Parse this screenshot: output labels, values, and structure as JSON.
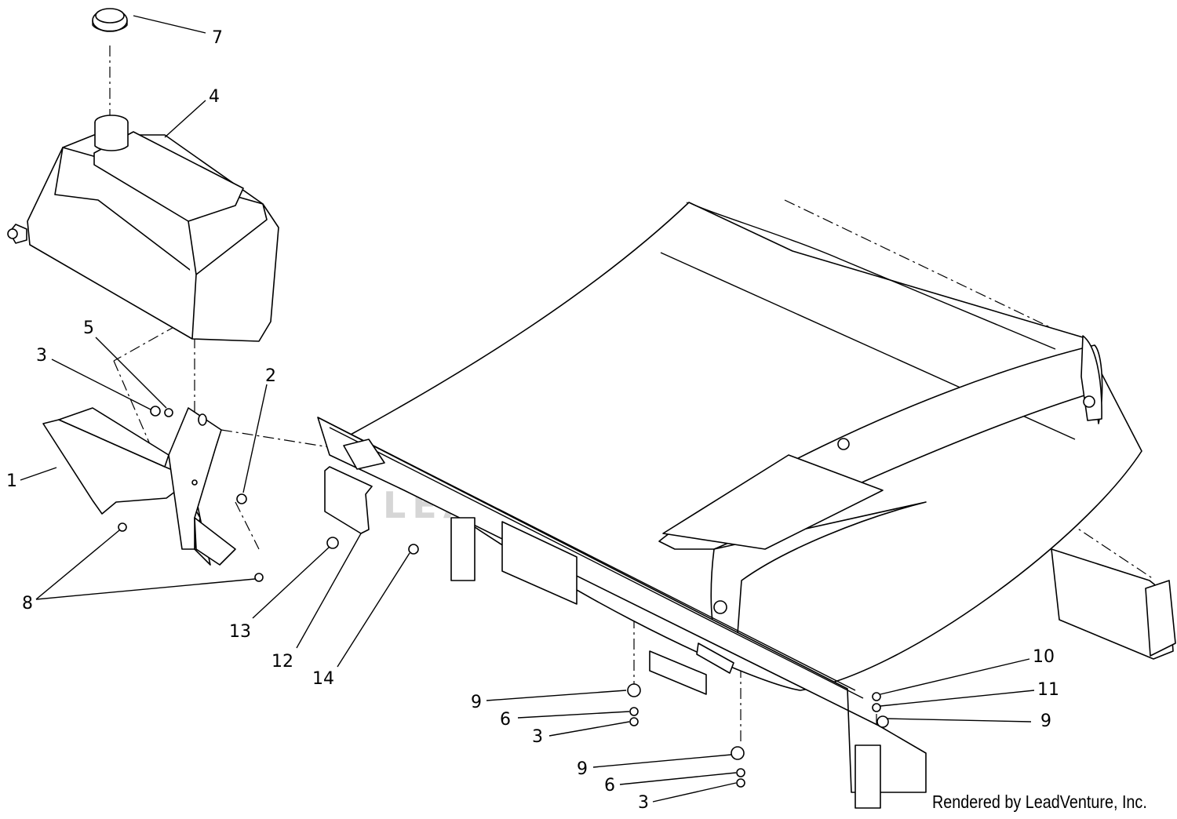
{
  "callouts": [
    {
      "id": "c7",
      "label": "7"
    },
    {
      "id": "c4",
      "label": "4"
    },
    {
      "id": "c5",
      "label": "5"
    },
    {
      "id": "c3a",
      "label": "3"
    },
    {
      "id": "c2",
      "label": "2"
    },
    {
      "id": "c1",
      "label": "1"
    },
    {
      "id": "c8",
      "label": "8"
    },
    {
      "id": "c13",
      "label": "13"
    },
    {
      "id": "c12",
      "label": "12"
    },
    {
      "id": "c14",
      "label": "14"
    },
    {
      "id": "c10",
      "label": "10"
    },
    {
      "id": "c11",
      "label": "11"
    },
    {
      "id": "c9a",
      "label": "9"
    },
    {
      "id": "c9b",
      "label": "9"
    },
    {
      "id": "c6a",
      "label": "6"
    },
    {
      "id": "c3b",
      "label": "3"
    },
    {
      "id": "c9c",
      "label": "9"
    },
    {
      "id": "c6b",
      "label": "6"
    },
    {
      "id": "c3c",
      "label": "3"
    }
  ],
  "watermark": "LEADVENTURE",
  "credit": "Rendered by LeadVenture, Inc.",
  "colors": {
    "line": "#000000",
    "watermark": "#d6d6d6"
  }
}
